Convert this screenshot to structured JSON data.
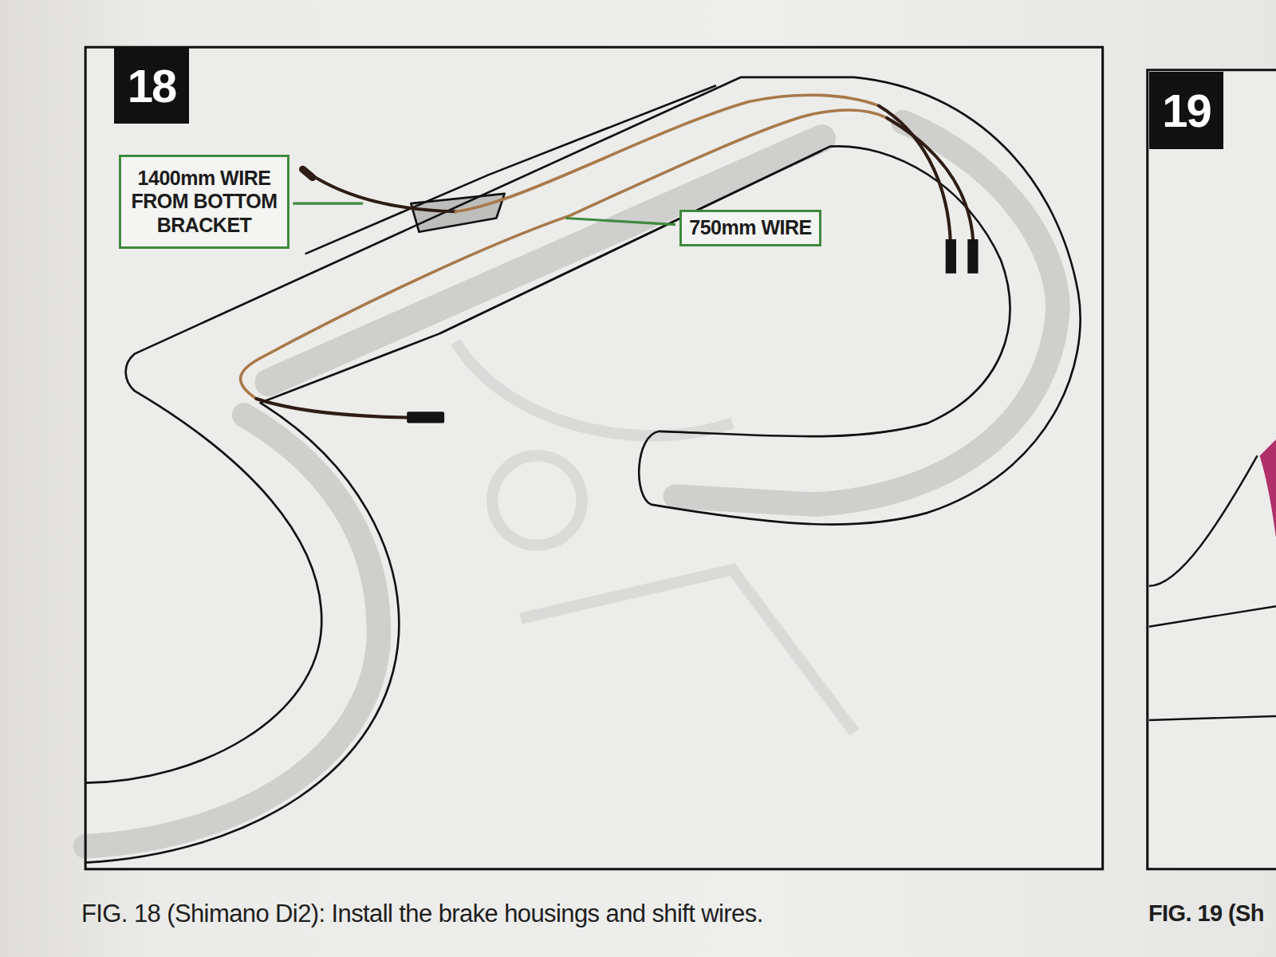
{
  "diagram": {
    "caption": "FIG. 18 (Shimano Di2): Install the brake housings and shift wires.",
    "nodes": [
      {
        "text": [
          "18"
        ]
      },
      {
        "text": [
          "1400mm WIRE FROM BOTTOM BRACKET"
        ]
      },
      {
        "text": [
          "750mm WIRE"
        ]
      },
      {
        "text": [
          "19"
        ]
      }
    ],
    "labels": [
      "FIG. 19 (Sh"
    ]
  }
}
